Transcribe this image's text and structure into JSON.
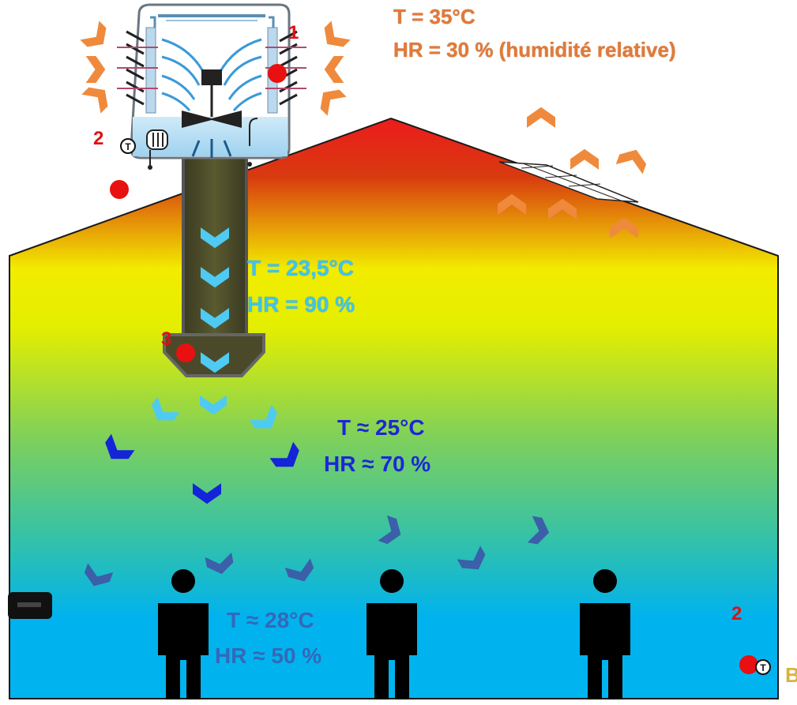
{
  "outside": {
    "temp": "T = 35°C",
    "humidity": "HR = 30 % (humidité relative)"
  },
  "column": {
    "temp": "T = 23,5°C",
    "humidity": "HR = 90 %"
  },
  "mixing": {
    "temp": "T ≈ 25°C",
    "humidity": "HR ≈ 70 %"
  },
  "room": {
    "temp": "T ≈ 28°C",
    "humidity": "HR ≈ 50 %"
  },
  "markers": {
    "one": "1",
    "two": "2",
    "three": "3",
    "two_b": "2"
  },
  "sensor_letter": "T",
  "cut_text": "B",
  "colors": {
    "outside_arrow": "#ef8a3c",
    "column_arrow": "#4fcaf2",
    "mix_arrow": "#1424d8",
    "room_arrow": "#3b5fa8",
    "roof_hot": "#ec1c1c",
    "wall_mid": "#f0f000",
    "floor_cool": "#00b4f0",
    "measure_point": "#e81010"
  }
}
